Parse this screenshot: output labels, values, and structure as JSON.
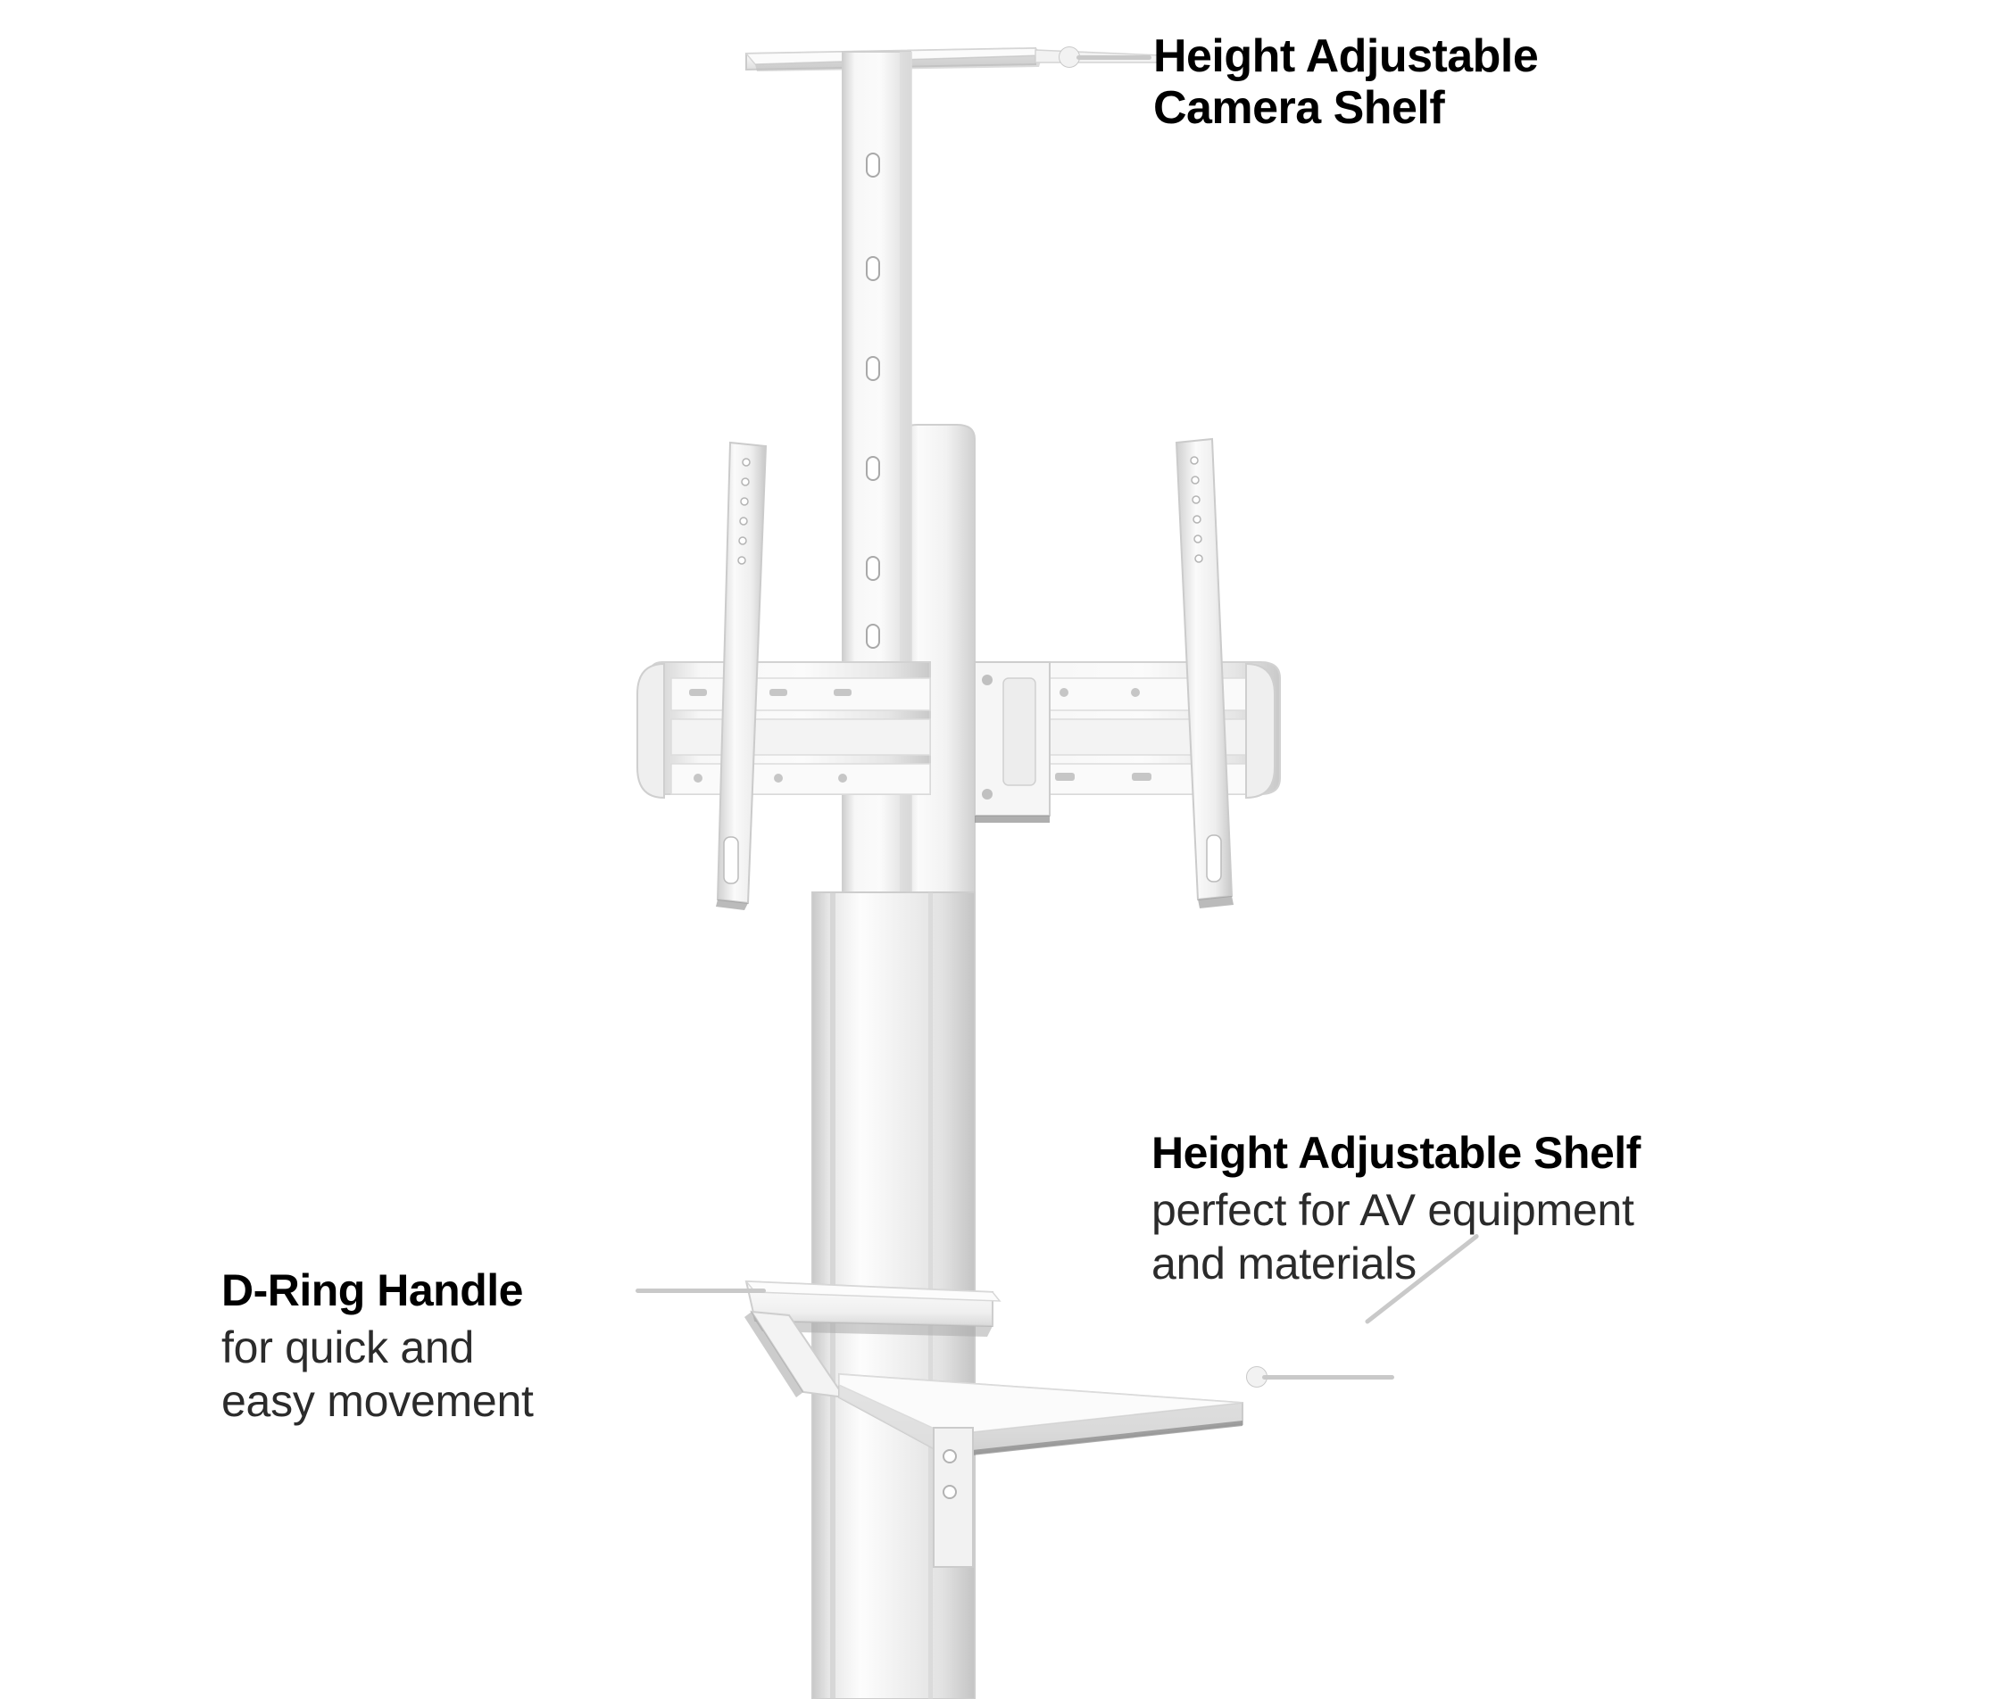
{
  "page": {
    "background_color": "#ffffff",
    "product": "floor TV stand / mobile display cart",
    "illustration_colors": {
      "metal_light": "#fcfcfc",
      "metal_mid": "#e9e9e9",
      "metal_shadow": "#c6c6c6",
      "outline": "#d2d2d2",
      "dark_edge": "#8d8d8d",
      "leader_line": "#c9c9c9",
      "text_primary": "#000000",
      "text_secondary": "#2b2b2b"
    }
  },
  "callouts": [
    {
      "id": "camera-shelf",
      "title": "Height Adjustable\nCamera Shelf",
      "subtitle": "",
      "leader": "straight-line-with-dot"
    },
    {
      "id": "av-shelf",
      "title": "Height Adjustable Shelf",
      "subtitle": "perfect for AV equipment\nand materials",
      "leader": "angled-line-with-dot"
    },
    {
      "id": "d-ring-handle",
      "title": "D-Ring Handle",
      "subtitle": "for quick and\neasy movement",
      "leader": "straight-line"
    }
  ],
  "parts": {
    "camera_shelf": "Height Adjustable Camera Shelf",
    "vesa_bracket": "TV mounting bracket with tilt arms",
    "mount_arm_left": "vertical VESA arm left",
    "mount_arm_right": "vertical VESA arm right",
    "column": "central vertical column / post",
    "adjust_rail": "perforated height adjustment rail",
    "d_ring_handle": "D-Ring Handle",
    "av_shelf": "Height Adjustable Shelf",
    "shelf_bracket": "shelf support bracket"
  }
}
